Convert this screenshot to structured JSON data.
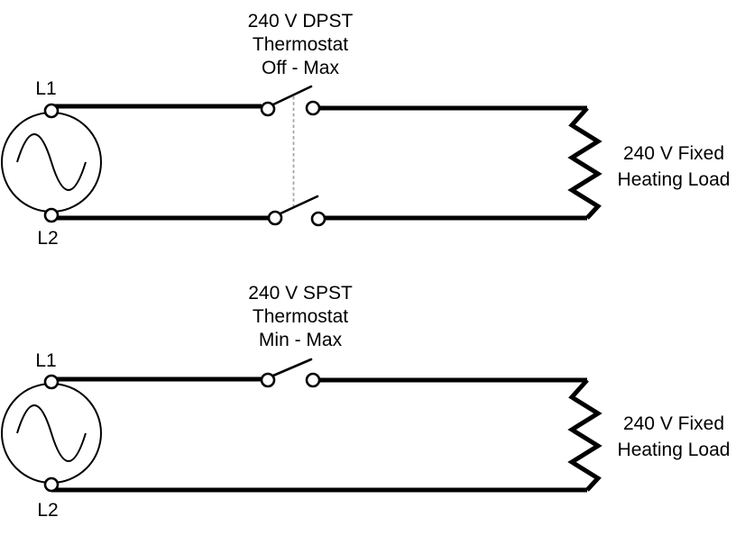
{
  "diagram": {
    "colors": {
      "line": "#000000",
      "mech_link": "#a6a6a6",
      "background": "#ffffff"
    },
    "circuits": [
      {
        "name": "DPST thermostat circuit",
        "title_line1": "240 V DPST",
        "title_line2": "Thermostat",
        "title_line3": "Off - Max",
        "source_top_label": "L1",
        "source_bottom_label": "L2",
        "load_line1": "240 V Fixed",
        "load_line2": "Heating Load"
      },
      {
        "name": "SPST thermostat circuit",
        "title_line1": "240 V SPST",
        "title_line2": "Thermostat",
        "title_line3": "Min - Max",
        "source_top_label": "L1",
        "source_bottom_label": "L2",
        "load_line1": "240 V Fixed",
        "load_line2": "Heating Load"
      }
    ]
  }
}
